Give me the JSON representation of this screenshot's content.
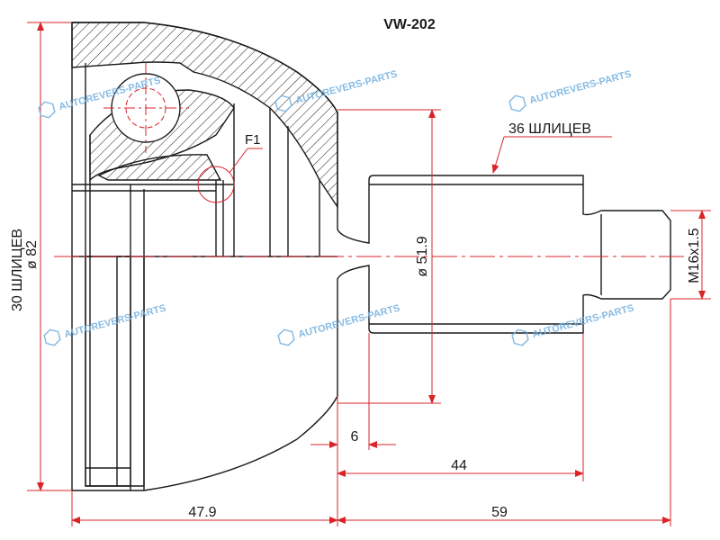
{
  "title": "VW-202",
  "labels": {
    "outer_splines": "30 ШЛИЦЕВ",
    "outer_diameter": "ø 82",
    "inner_splines": "36 ШЛИЦЕВ",
    "shaft_diameter": "ø 51.9",
    "thread": "M16x1.5",
    "callout": "F1",
    "dim_6": "6",
    "dim_44": "44",
    "dim_47_9": "47.9",
    "dim_59": "59"
  },
  "watermark": "AUTOREVERS-PARTS",
  "watermark_logo": "AR",
  "colors": {
    "outline": "#1a1a1a",
    "dimension": "#d9252a",
    "watermark": "#7ab4e0"
  }
}
